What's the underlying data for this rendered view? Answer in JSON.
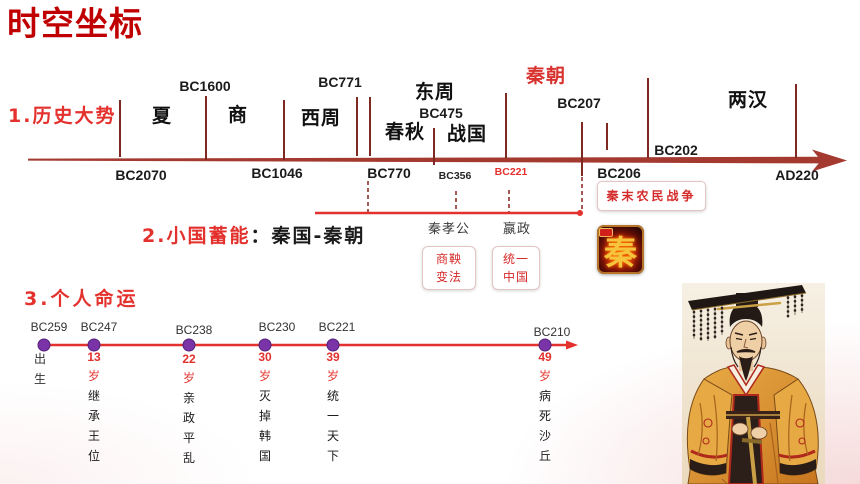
{
  "title": "时空坐标",
  "colors": {
    "title": "#c00000",
    "accent_red": "#e3312d",
    "timeline": "#a3392f",
    "milestone_dot": "#7030a0",
    "text": "#1b1b1b"
  },
  "icons": {
    "emblem": "qin-emblem-icon",
    "portrait": "qin-shi-huang-portrait"
  },
  "history": {
    "label": "1.历史大势",
    "periods": [
      "夏",
      "商",
      "西周",
      "东周",
      "春秋",
      "战国",
      "秦朝",
      "两汉"
    ],
    "dates": [
      "BC2070",
      "BC1600",
      "BC1046",
      "BC771",
      "BC770",
      "BC475",
      "BC356",
      "BC221",
      "BC207",
      "BC206",
      "BC202",
      "AD220"
    ],
    "event": "秦末农民战争"
  },
  "qin_state": {
    "label": "2.小国蓄能",
    "subtitle": "：秦国-秦朝",
    "rulers": [
      {
        "name": "秦孝公",
        "deed": [
          "商鞅",
          "变法"
        ]
      },
      {
        "name": "嬴政",
        "deed": [
          "统一",
          "中国"
        ]
      }
    ],
    "emblem": "秦"
  },
  "personal_fate": {
    "label": "3.个人命运",
    "age_unit": "岁",
    "events": [
      {
        "year": "BC259",
        "event": "出生"
      },
      {
        "year": "BC247",
        "age": "13",
        "event": "继承王位"
      },
      {
        "year": "BC238",
        "age": "22",
        "event": "亲政平乱"
      },
      {
        "year": "BC230",
        "age": "30",
        "event": "灭掉韩国"
      },
      {
        "year": "BC221",
        "age": "39",
        "event": "统一天下"
      },
      {
        "year": "BC210",
        "age": "49",
        "event": "病死沙丘"
      }
    ]
  }
}
